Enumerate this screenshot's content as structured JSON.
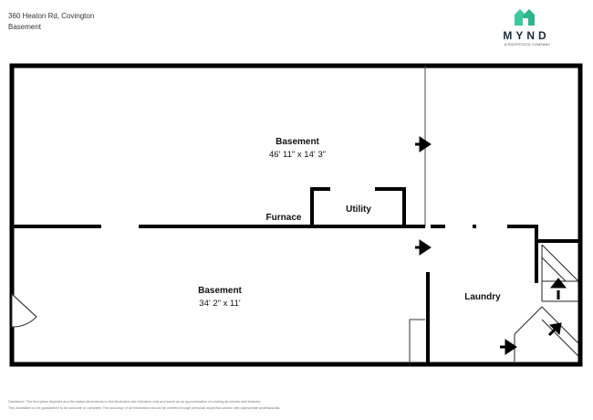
{
  "header": {
    "address": "360 Heaton Rd, Covington",
    "level": "Basement"
  },
  "logo": {
    "wordmark": "MYND",
    "tagline": "A ROOFSTOCK COMPANY",
    "brand_color": "#3cc9a0"
  },
  "rooms": {
    "basement_upper": {
      "name": "Basement",
      "dimensions": "46' 11\" x 14' 3\""
    },
    "basement_lower": {
      "name": "Basement",
      "dimensions": "34' 2\" x 11'"
    },
    "utility": {
      "name": "Utility"
    },
    "furnace": {
      "name": "Furnace"
    },
    "laundry": {
      "name": "Laundry"
    }
  },
  "disclaimer": {
    "line1": "Disclaimer: The floorplans depicted and the stated dimensions in this illustration are indicative only and serve as an approximation of existing structures and features.",
    "line2": "This illustration is not guaranteed to be accurate or complete. The accuracy of all information should be verified through personal inspection and/or with appropriate professionals."
  },
  "colors": {
    "wall": "#000000",
    "background": "#ffffff"
  }
}
